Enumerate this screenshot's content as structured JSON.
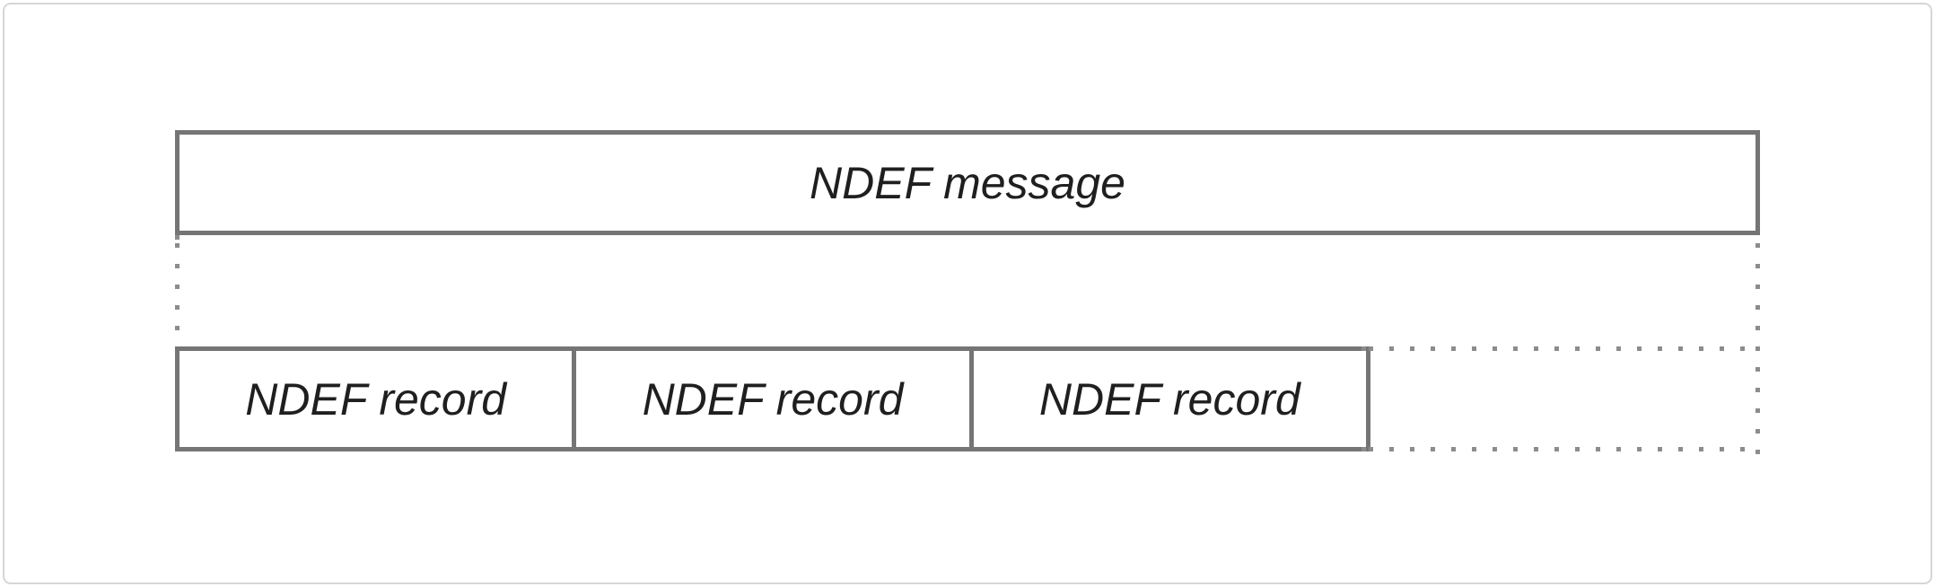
{
  "page": {
    "background": "#ffffff",
    "frame_border": "#d6d6d6"
  },
  "diagram": {
    "message_box": {
      "label": "NDEF message"
    },
    "record_boxes": [
      {
        "label": "NDEF record"
      },
      {
        "label": "NDEF record"
      },
      {
        "label": "NDEF record"
      }
    ],
    "continuation": {
      "style": "dotted",
      "meaning": "more records"
    },
    "colors": {
      "box_border": "#757575",
      "dotted_line": "#8c8c8c",
      "label_text": "#1f1f1f"
    }
  }
}
